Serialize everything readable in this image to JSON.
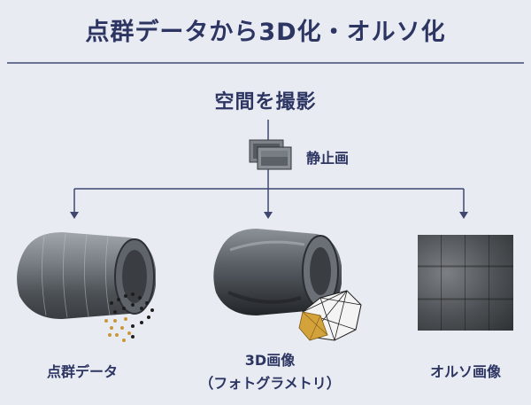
{
  "title": "点群データから3D化・オルソ化",
  "root": {
    "label": "空間を撮影"
  },
  "still": {
    "label": "静止画",
    "icon": "photo-stack-icon"
  },
  "outputs": [
    {
      "label": "点群データ",
      "sub": "",
      "image": "point-cloud-tunnel"
    },
    {
      "label": "3D画像",
      "sub": "（フォトグラメトリ）",
      "image": "photogrammetry-tunnel"
    },
    {
      "label": "オルソ画像",
      "sub": "",
      "image": "orthophoto"
    }
  ],
  "colors": {
    "accent": "#2d3563",
    "line": "#3f4670",
    "background": "#e8ebf1"
  }
}
